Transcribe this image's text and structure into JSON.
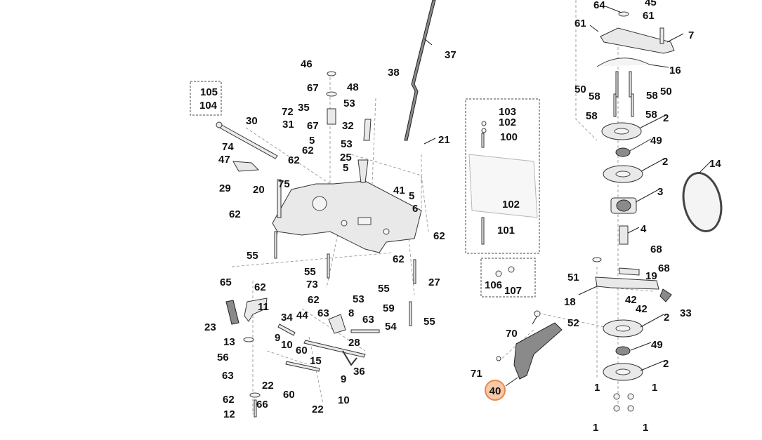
{
  "diagram": {
    "highlight_label": "40",
    "callouts": [
      "64",
      "45",
      "61",
      "61",
      "7",
      "16",
      "50",
      "58",
      "58",
      "50",
      "58",
      "58",
      "2",
      "49",
      "2",
      "3",
      "4",
      "14",
      "68",
      "68",
      "19",
      "51",
      "18",
      "42",
      "42",
      "33",
      "52",
      "2",
      "49",
      "2",
      "1",
      "1",
      "1",
      "1",
      "46",
      "67",
      "35",
      "67",
      "48",
      "53",
      "32",
      "5",
      "53",
      "62",
      "25",
      "5",
      "38",
      "37",
      "21",
      "105",
      "104",
      "30",
      "72",
      "31",
      "74",
      "47",
      "29",
      "75",
      "62",
      "20",
      "41",
      "5",
      "6",
      "62",
      "62",
      "55",
      "62",
      "55",
      "27",
      "73",
      "55",
      "65",
      "62",
      "11",
      "62",
      "53",
      "59",
      "23",
      "34",
      "44",
      "63",
      "8",
      "63",
      "54",
      "55",
      "13",
      "9",
      "10",
      "60",
      "28",
      "56",
      "15",
      "36",
      "63",
      "22",
      "9",
      "60",
      "10",
      "62",
      "22",
      "12",
      "66",
      "103",
      "102",
      "100",
      "102",
      "101",
      "106",
      "107",
      "70",
      "71"
    ]
  }
}
